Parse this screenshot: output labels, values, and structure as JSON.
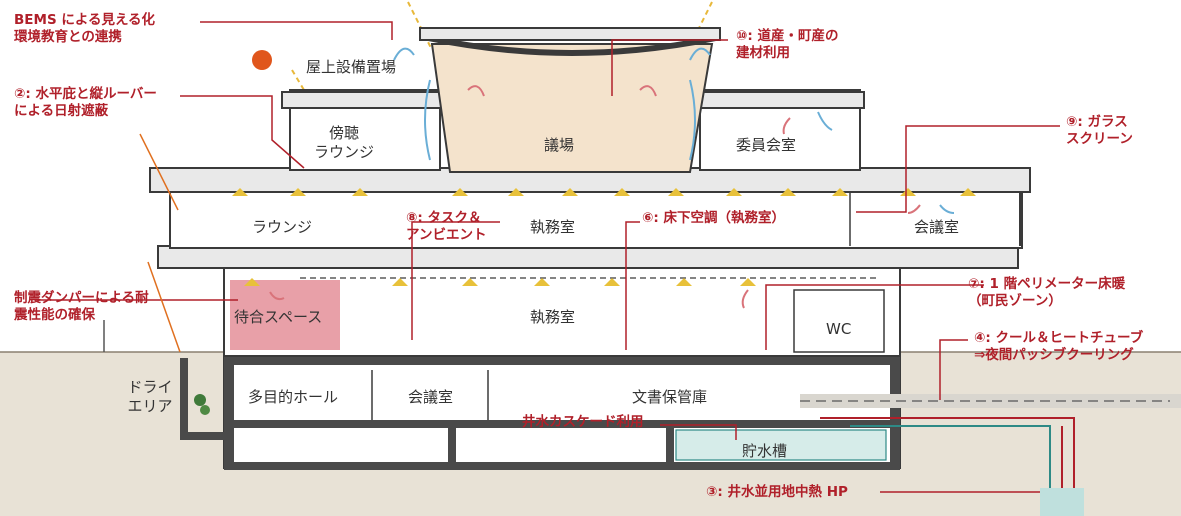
{
  "rooms": {
    "rooftop_equipment": "屋上設備置場",
    "gallery_lounge": "傍聴\nラウンジ",
    "assembly_hall": "議場",
    "committee_room": "委員会室",
    "lounge": "ラウンジ",
    "office_upper": "執務室",
    "meeting_upper": "会議室",
    "waiting_space": "待合スペース",
    "office_lower": "執務室",
    "wc": "WC",
    "dry_area": "ドライ\nエリア",
    "multipurpose_hall": "多目的ホール",
    "meeting_basement": "会議室",
    "archive": "文書保管庫",
    "water_tank": "貯水槽"
  },
  "annotations": {
    "bems": "BEMS による見える化\n環境教育との連携",
    "eaves": "②: 水平庇と縦ルーバー\nによる日射遮蔽",
    "damper": "制震ダンパーによる耐\n震性能の確保",
    "local_timber": "⑩: 道産・町産の\n建材利用",
    "glass_screen": "⑨: ガラス\nスクリーン",
    "task_ambient": "⑧: タスク＆\nアンビエント",
    "underfloor_ac": "⑥: 床下空調（執務室）",
    "perimeter_heating": "⑦: 1 階ペリメーター床暖\n（町民ゾーン）",
    "cool_heat_tube": "④: クール＆ヒートチューブ\n⇒夜間パッシブクーリング",
    "well_cascade": "井水カスケード利用",
    "geothermal_hp": "③: 井水並用地中熱 HP"
  },
  "colors": {
    "annotation_red": "#b0202a",
    "sun_orange": "#e0561c",
    "ground": "#e8e2d6",
    "assembly_fill": "#f4e3cc",
    "waiting_pink": "#e8a0a8",
    "light_yellow": "#e8c13a",
    "airflow_blue": "#6aaed6",
    "airflow_red": "#d9737a",
    "tank_teal": "#2e8a86"
  }
}
